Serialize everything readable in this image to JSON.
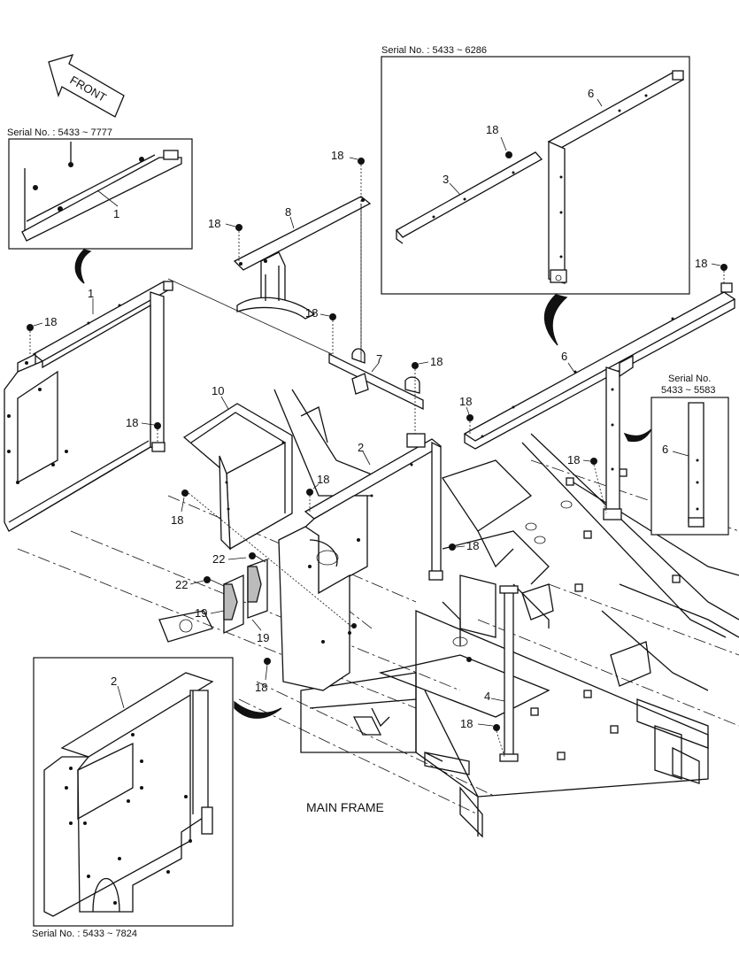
{
  "front_label": "FRONT",
  "main_label": "MAIN FRAME",
  "insets": {
    "top_left": {
      "serial": "Serial No. : 5433 ~ 7777",
      "part": "1"
    },
    "top_right": {
      "serial": "Serial No.  : 5433 ~ 6286",
      "part_a": "6",
      "part_b": "3",
      "part_c": "18"
    },
    "mid_right": {
      "serial_line1": "Serial No.",
      "serial_line2": "5433 ~ 5583",
      "part": "6"
    },
    "bottom_left": {
      "serial": "Serial No. : 5433 ~ 7824",
      "part": "2"
    }
  },
  "callouts": {
    "p1": "1",
    "p2": "2",
    "p4": "4",
    "p6": "6",
    "p7": "7",
    "p8": "8",
    "p10": "10",
    "b1": "18",
    "b2": "18",
    "b3": "18",
    "b4": "18",
    "b5": "18",
    "b6": "18",
    "b7": "18",
    "b8": "18",
    "b9": "18",
    "b10": "18",
    "b11": "18",
    "b12": "18",
    "b13": "18",
    "p19a": "19",
    "p19b": "19",
    "p22a": "22",
    "p22b": "22"
  }
}
